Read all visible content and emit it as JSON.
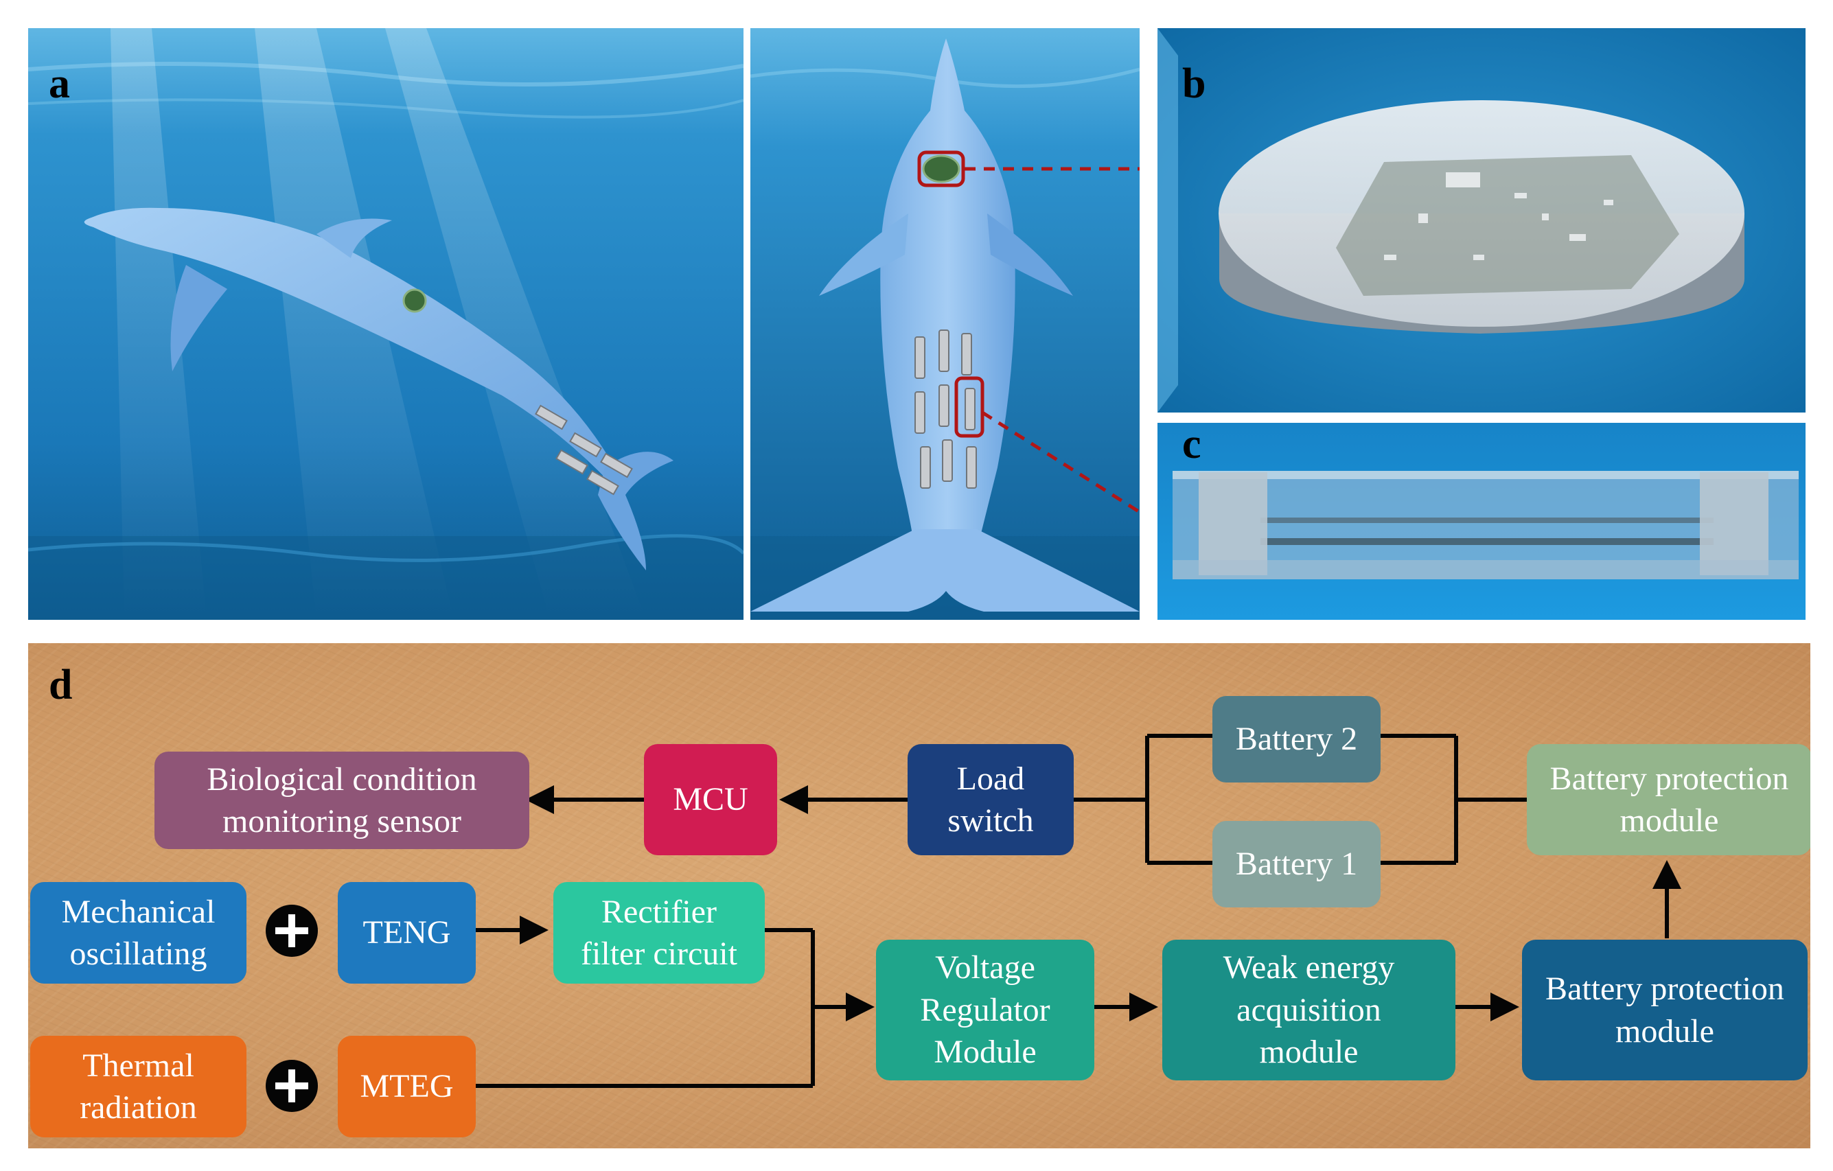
{
  "panel_labels": {
    "a": "a",
    "b": "b",
    "c": "c",
    "d": "d"
  },
  "colors": {
    "water": "#1d83c4",
    "dolphin": "#7fb4e8",
    "connector_red": "#b11616"
  },
  "diagram": {
    "blocks": {
      "bio_sensor": {
        "label": "Biological condition\nmonitoring sensor",
        "color": "#8f5577"
      },
      "mcu": {
        "label": "MCU",
        "color": "#d11c52"
      },
      "load_switch": {
        "label": "Load\nswitch",
        "color": "#1b3f7d"
      },
      "battery2": {
        "label": "Battery 2",
        "color": "#4f7c88"
      },
      "battery1": {
        "label": "Battery 1",
        "color": "#87a49e"
      },
      "bpm_top": {
        "label": "Battery protection\nmodule",
        "color": "#94b58c"
      },
      "mechanical": {
        "label": "Mechanical\noscillating",
        "color": "#1e79bf"
      },
      "teng": {
        "label": "TENG",
        "color": "#1e79bf"
      },
      "rectifier": {
        "label": "Rectifier\nfilter circuit",
        "color": "#2bc79f"
      },
      "thermal": {
        "label": "Thermal\nradiation",
        "color": "#e96c1c"
      },
      "mteg": {
        "label": "MTEG",
        "color": "#e96c1c"
      },
      "vrm": {
        "label": "Voltage\nRegulator\nModule",
        "color": "#1fa58b"
      },
      "weak": {
        "label": "Weak energy\nacquisition\nmodule",
        "color": "#1a8f87"
      },
      "bpm_bottom": {
        "label": "Battery protection\nmodule",
        "color": "#145f8c"
      }
    },
    "plus_icons": [
      "plus-icon",
      "plus-icon"
    ]
  }
}
